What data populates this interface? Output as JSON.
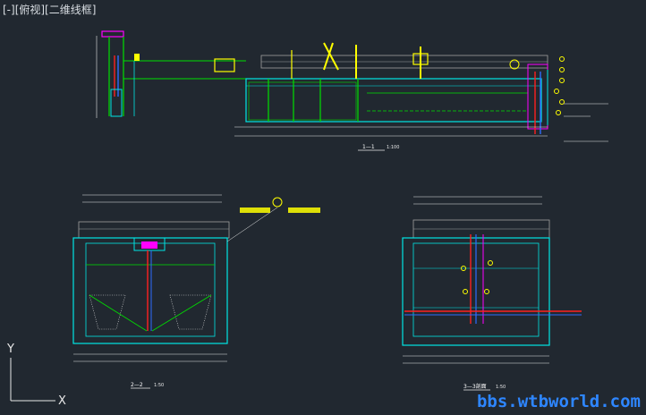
{
  "viewport": {
    "label": "[-][俯视][二维线框]"
  },
  "ucs": {
    "x_label": "X",
    "y_label": "Y"
  },
  "drawing": {
    "section_1_title": "1—1",
    "section_1_scale": "1:100",
    "section_2_title": "2—2",
    "section_2_scale": "1:50",
    "section_3_title": "3—3剖面",
    "section_3_scale": "1:50"
  },
  "watermark": "bbs.wtbworld.com",
  "colors": {
    "background": "#212830",
    "cyan": "#00e5e5",
    "green": "#00e000",
    "yellow": "#ffff00",
    "red": "#ff2020",
    "magenta": "#ff00ff",
    "white": "#e8e8e8",
    "grey": "#a0a0a0"
  }
}
